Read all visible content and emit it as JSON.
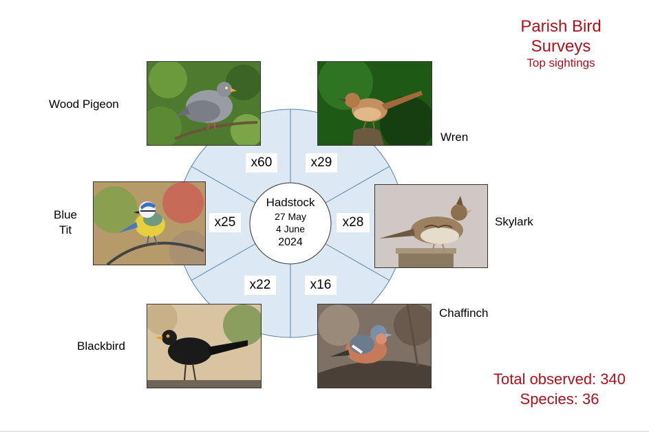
{
  "title": {
    "line1": "Parish Bird",
    "line2": "Surveys",
    "subtitle": "Top sightings"
  },
  "center": {
    "place": "Hadstock",
    "date_start": "27 May",
    "date_end": "4 June",
    "year": "2024"
  },
  "birds": [
    {
      "name": "Wood Pigeon",
      "count": "x60",
      "photo_icon": "wood-pigeon-photo"
    },
    {
      "name": "Wren",
      "count": "x29",
      "photo_icon": "wren-photo"
    },
    {
      "name": "Skylark",
      "count": "x28",
      "photo_icon": "skylark-photo"
    },
    {
      "name": "Chaffinch",
      "count": "x16",
      "photo_icon": "chaffinch-photo"
    },
    {
      "name": "Blackbird",
      "count": "x22",
      "photo_icon": "blackbird-photo"
    },
    {
      "name_line1": "Blue",
      "name_line2": "Tit",
      "count": "x25",
      "photo_icon": "blue-tit-photo"
    }
  ],
  "stats": {
    "total": "Total observed: 340",
    "species": "Species: 36"
  },
  "colors": {
    "accent": "#b0101c",
    "wheel_fill": "#dce9f4",
    "wheel_stroke": "#5580a6"
  }
}
